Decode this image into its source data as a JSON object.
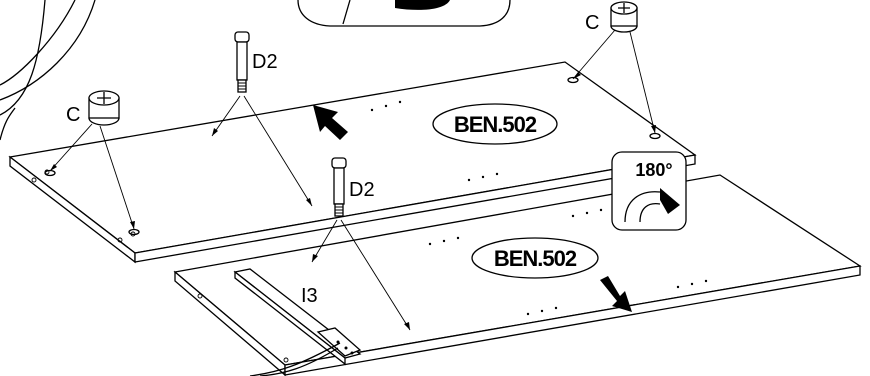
{
  "parts": {
    "cam_top": "C",
    "cam_left": "C",
    "dowel_top": "D2",
    "dowel_mid": "D2",
    "rail": "I3"
  },
  "panels": {
    "upper": "BEN.502",
    "lower": "BEN.502"
  },
  "rotation": {
    "label": "180°"
  },
  "colors": {
    "ink": "#000000",
    "paper": "#ffffff"
  }
}
